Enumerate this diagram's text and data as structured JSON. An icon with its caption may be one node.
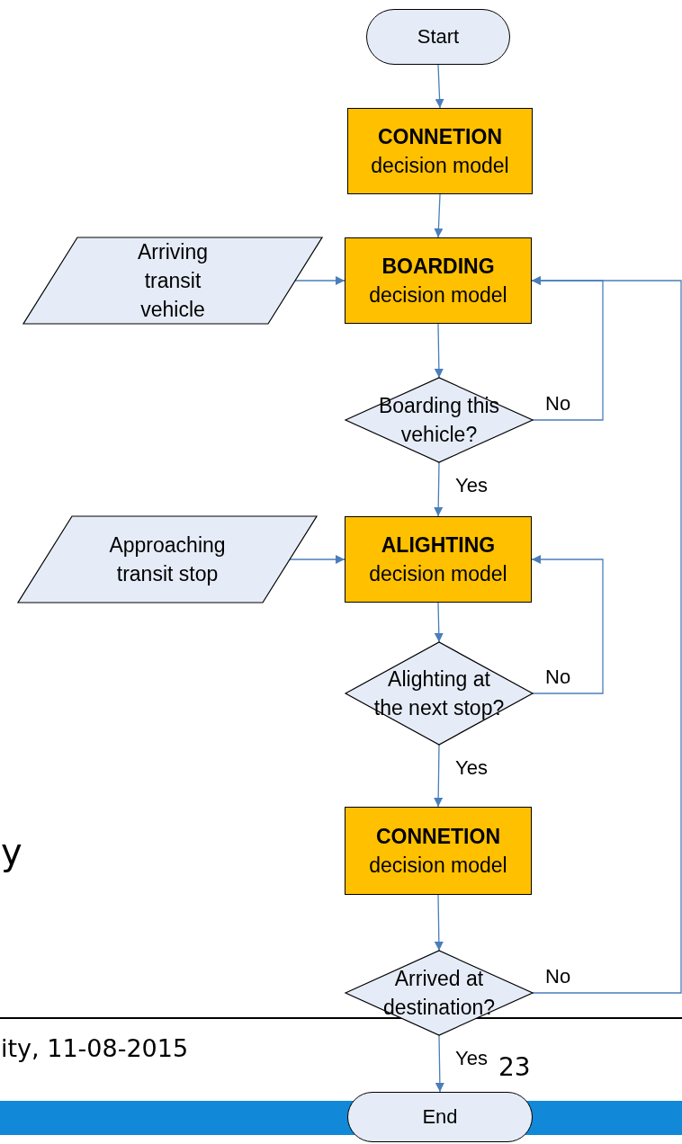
{
  "diagram": {
    "nodes": [
      {
        "text": [
          "Start"
        ]
      },
      {
        "text": [
          "CONNETION",
          "decision model"
        ]
      },
      {
        "text": [
          "Arriving transit vehicle"
        ]
      },
      {
        "text": [
          "BOARDING",
          "decision model"
        ]
      },
      {
        "text": [
          "Boarding this vehicle?"
        ]
      },
      {
        "text": [
          "Approaching transit stop"
        ]
      },
      {
        "text": [
          "ALIGHTING",
          "decision model"
        ]
      },
      {
        "text": [
          "Alighting at the next stop?"
        ]
      },
      {
        "text": [
          "CONNETION",
          "decision model"
        ]
      },
      {
        "text": [
          "Arrived at destination?"
        ]
      },
      {
        "text": [
          "End"
        ]
      }
    ],
    "edges": [
      {
        "from": 0,
        "to": 1,
        "arrow": "to"
      },
      {
        "from": 1,
        "to": 3,
        "arrow": "to"
      },
      {
        "from": 2,
        "to": 3,
        "arrow": "to"
      },
      {
        "from": 3,
        "to": 4,
        "arrow": "to"
      },
      {
        "from": 4,
        "to": 3,
        "arrow": "to",
        "label": "No"
      },
      {
        "from": 4,
        "to": 6,
        "arrow": "to",
        "label": "Yes"
      },
      {
        "from": 5,
        "to": 6,
        "arrow": "to"
      },
      {
        "from": 6,
        "to": 7,
        "arrow": "to"
      },
      {
        "from": 7,
        "to": 6,
        "arrow": "to",
        "label": "No"
      },
      {
        "from": 7,
        "to": 8,
        "arrow": "to",
        "label": "Yes"
      },
      {
        "from": 8,
        "to": 9,
        "arrow": "to"
      },
      {
        "from": 9,
        "to": 10,
        "arrow": "to",
        "label": "Yes"
      },
      {
        "from": 9,
        "to": 3,
        "arrow": "to",
        "label": "No"
      }
    ],
    "labels": [
      "y",
      "ity, 11-08-2015",
      "23"
    ]
  }
}
